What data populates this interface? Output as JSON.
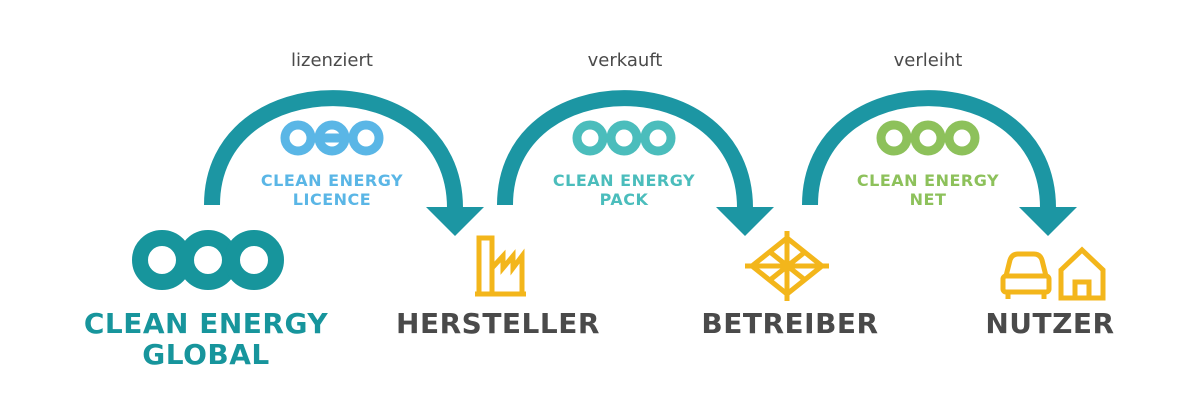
{
  "colors": {
    "arrow": "#1c96a3",
    "global": "#17959c",
    "licence": "#5ab6e6",
    "pack": "#4bbdbc",
    "net": "#8dc15b",
    "icon": "#f3b61b",
    "actor_text": "#4a4a4a"
  },
  "main": {
    "brand_line1": "CLEAN ENERGY",
    "brand_line2": "GLOBAL"
  },
  "steps": [
    {
      "verb": "lizenziert",
      "product_line1": "CLEAN ENERGY",
      "product_line2": "LICENCE",
      "target": "HERSTELLER",
      "target_icon": "factory-icon"
    },
    {
      "verb": "verkauft",
      "product_line1": "CLEAN ENERGY",
      "product_line2": "PACK",
      "target": "BETREIBER",
      "target_icon": "grid-net-icon"
    },
    {
      "verb": "verleiht",
      "product_line1": "CLEAN ENERGY",
      "product_line2": "NET",
      "target": "NUTZER",
      "target_icon": "car-and-house-icon"
    }
  ]
}
